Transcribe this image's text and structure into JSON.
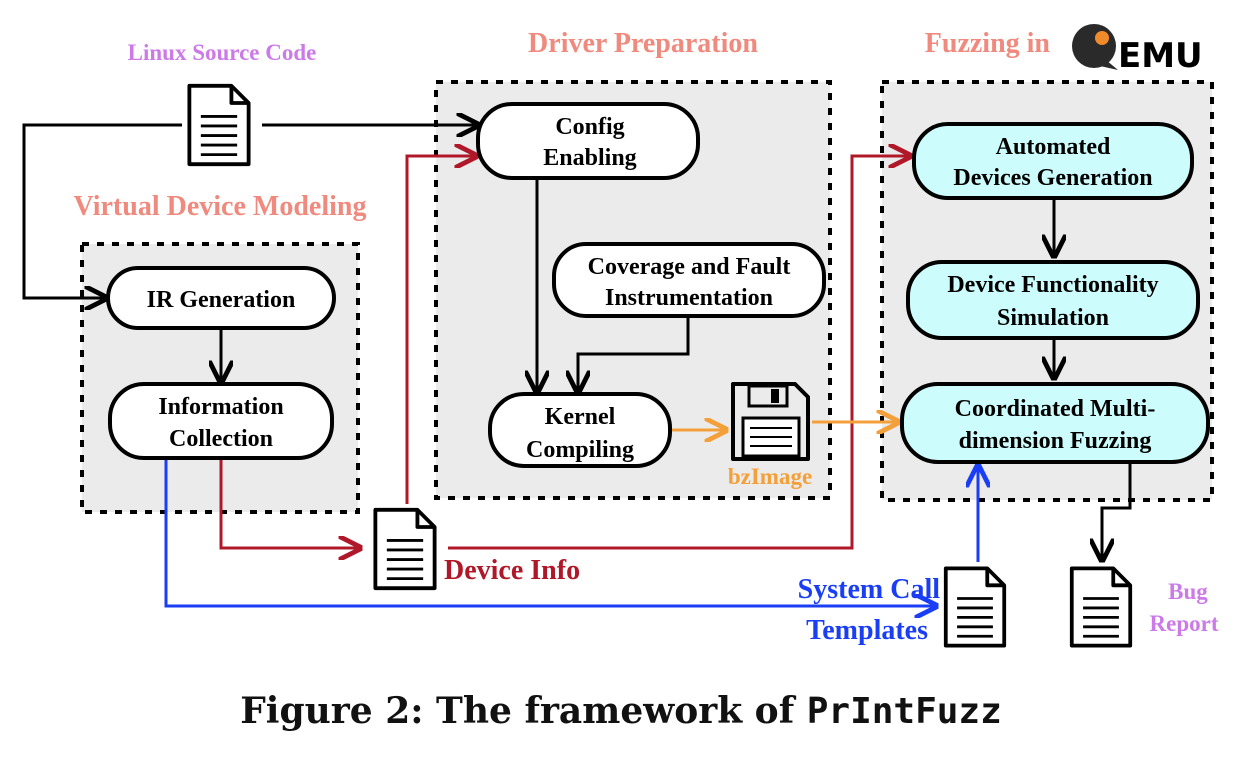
{
  "sections": {
    "linux_source": "Linux Source Code",
    "driver_prep": "Driver Preparation",
    "fuzzing_in": "Fuzzing in",
    "qemu_logo_text": "EMU",
    "virtual_device_modeling": "Virtual Device Modeling"
  },
  "nodes": {
    "ir_generation": "IR Generation",
    "info_collection": [
      "Information",
      "Collection"
    ],
    "config_enabling": [
      "Config",
      "Enabling"
    ],
    "coverage_fault": [
      "Coverage and Fault",
      "Instrumentation"
    ],
    "kernel_compiling": [
      "Kernel",
      "Compiling"
    ],
    "automated_devices": [
      "Automated",
      "Devices Generation"
    ],
    "device_functionality": [
      "Device Functionality",
      "Simulation"
    ],
    "coordinated_fuzzing": [
      "Coordinated Multi-",
      "dimension Fuzzing"
    ]
  },
  "labels": {
    "bzimage": "bzImage",
    "device_info": "Device Info",
    "system_call_templates": [
      "System Call",
      "Templates"
    ],
    "bug_report": [
      "Bug",
      "Report"
    ]
  },
  "caption": {
    "prefix": "Figure 2: The framework of ",
    "tool": "PrIntFuzz"
  },
  "colors": {
    "pink_title": "#f08a7e",
    "lilac_title": "#cc7ae8",
    "dark_red": "#b0182a",
    "blue": "#1a3ef5",
    "orange": "#f4a03a",
    "cyan_fill": "#cdfcfc",
    "panel_gray": "#ebebeb"
  }
}
